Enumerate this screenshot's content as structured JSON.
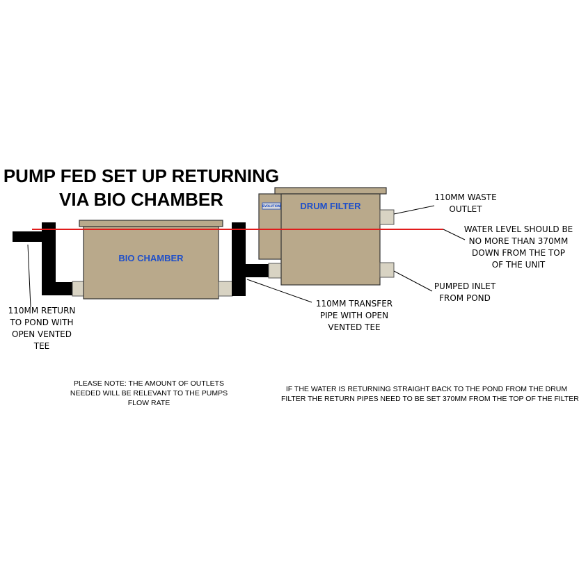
{
  "title": {
    "line1": "PUMP FED SET UP RETURNING",
    "line2": "VIA BIO CHAMBER"
  },
  "units": {
    "bio_chamber": "BIO CHAMBER",
    "drum_filter": "DRUM FILTER",
    "drum_badge": "EVOLUTION"
  },
  "callouts": {
    "waste_outlet": [
      "110MM WASTE",
      "OUTLET"
    ],
    "water_level": [
      "WATER LEVEL SHOULD BE",
      "NO MORE THAN 370MM",
      "DOWN FROM THE TOP",
      "OF THE UNIT"
    ],
    "pumped_inlet": [
      "PUMPED INLET",
      "FROM POND"
    ],
    "transfer_pipe": [
      "110MM TRANSFER",
      "PIPE WITH OPEN",
      "VENTED TEE"
    ],
    "return_to_pond": [
      "110MM RETURN",
      "TO POND WITH",
      "OPEN VENTED",
      "TEE"
    ]
  },
  "notes": {
    "outlets": [
      "PLEASE NOTE: THE AMOUNT OF OUTLETS",
      "NEEDED WILL BE RELEVANT TO THE PUMPS",
      "FLOW RATE"
    ],
    "return_straight": [
      "IF THE WATER IS RETURNING STRAIGHT BACK TO THE POND FROM THE DRUM",
      "FILTER THE RETURN PIPES NEED TO BE SET 370MM FROM THE TOP OF THE FILTER"
    ]
  },
  "colors": {
    "unit_body": "#b9a98b",
    "unit_outline": "#3a3a3a",
    "pipe": "#000000",
    "fitting": "#d8d3c3",
    "water_line": "#e11b1b",
    "unit_text": "#1f4fc9"
  }
}
